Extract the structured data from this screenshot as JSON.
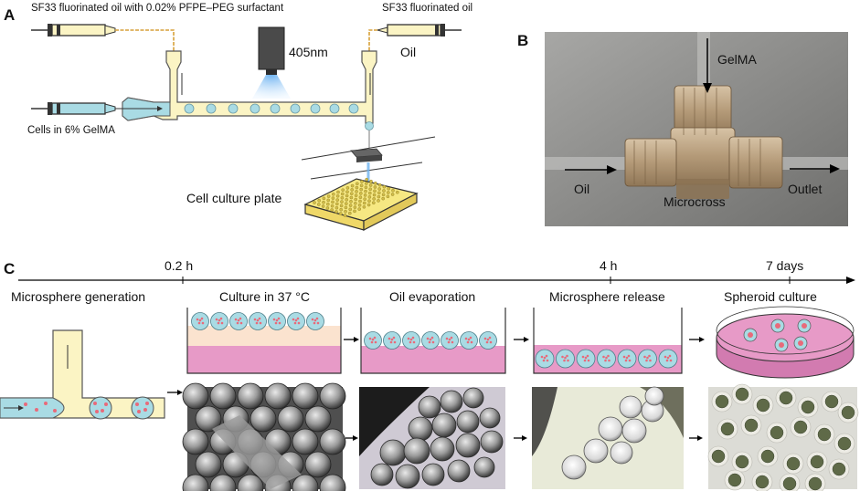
{
  "panels": {
    "a": {
      "letter": "A",
      "top_left_label": "SF33 fluorinated oil with 0.02% PFPE–PEG surfactant",
      "top_right_label": "SF33 fluorinated oil",
      "wavelength": "405nm",
      "oil_label": "Oil",
      "cells_label": "Cells in 6% GelMA",
      "plate_label": "Cell culture plate"
    },
    "b": {
      "letter": "B",
      "gelma_label": "GelMA",
      "oil_label": "Oil",
      "microcross_label": "Microcross",
      "outlet_label": "Outlet"
    },
    "c": {
      "letter": "C",
      "timeline": [
        {
          "label": "0.2 h"
        },
        {
          "label": "4 h"
        },
        {
          "label": "7 days"
        }
      ],
      "steps": [
        {
          "label": "Microsphere generation"
        },
        {
          "label": "Culture in 37 °C"
        },
        {
          "label": "Oil evaporation"
        },
        {
          "label": "Microsphere release"
        },
        {
          "label": "Spheroid culture"
        }
      ]
    }
  },
  "colors": {
    "gelma_blue": "#a9dbe4",
    "channel_yellow": "#fbf4c4",
    "media_pink": "#e79ac7",
    "oil_peach": "#fbe3cf",
    "cell_dot": "#e86a7a",
    "fitting_tan": "#c1a98a",
    "photo_bg": "#8f8f8f"
  },
  "icons": [
    "syringe-icon",
    "uv-lamp-icon",
    "arrow-icon"
  ]
}
